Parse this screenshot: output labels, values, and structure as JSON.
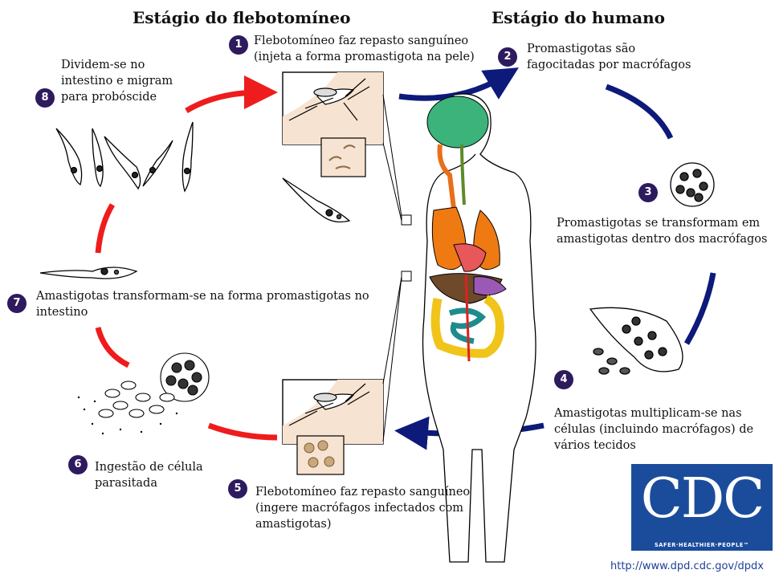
{
  "headings": {
    "sandfly": "Estágio do flebotomíneo",
    "human": "Estágio do humano"
  },
  "steps": [
    {
      "num": "1",
      "text": "Flebotomíneo faz repasto sanguíneo\n(injeta a forma promastigota na pele)"
    },
    {
      "num": "2",
      "text": "Promastigotas são\nfagocitadas por macrófagos"
    },
    {
      "num": "3",
      "text": "Promastigotas se transformam em\namastigotas dentro dos macrófagos"
    },
    {
      "num": "4",
      "text": "Amastigotas multiplicam-se nas\ncélulas (incluindo macrófagos) de\nvários tecidos"
    },
    {
      "num": "5",
      "text": "Flebotomíneo faz repasto sanguíneo\n(ingere macrófagos infectados com\namastigotas)"
    },
    {
      "num": "6",
      "text": "Ingestão de célula\nparasitada"
    },
    {
      "num": "7",
      "text": "Amastigotas transformam-se na forma promastigotas no\nintestino"
    },
    {
      "num": "8",
      "text": "Dividem-se no\nintestino e migram\npara probóscide"
    }
  ],
  "logo": {
    "word": "CDC",
    "tagline": "SAFER·HEALTHIER·PEOPLE™"
  },
  "url": "http://www.dpd.cdc.gov/dpdx",
  "colors": {
    "sandfly_arrow": "#ee1c1c",
    "human_arrow": "#0d1a7a",
    "badge": "#2d1b5e",
    "logo_bg": "#1b4c9c"
  }
}
